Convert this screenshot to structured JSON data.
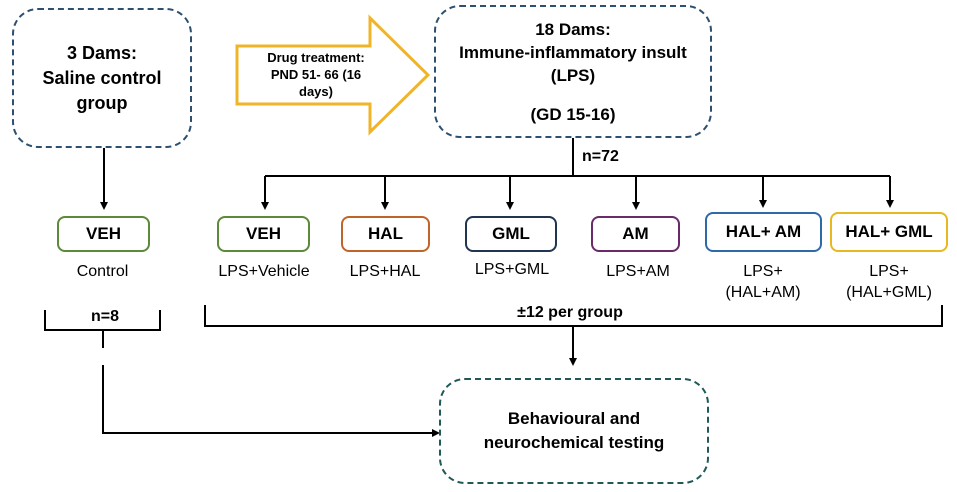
{
  "saline_box": {
    "line1": "3 Dams:",
    "line2": "Saline control",
    "line3": "group"
  },
  "drug_arrow": {
    "line1": "Drug treatment:",
    "line2": "PND 51- 66 (16",
    "line3": "days)"
  },
  "lps_box": {
    "line1": "18 Dams:",
    "line2": "Immune-inflammatory insult",
    "line3": "(LPS)",
    "line4": "(GD 15-16)"
  },
  "n_total": "n=72",
  "control": {
    "tag": "VEH",
    "label": "Control",
    "n": "n=8"
  },
  "groups": [
    {
      "tag": "VEH",
      "label": "LPS+Vehicle",
      "color": "#5a8a3a"
    },
    {
      "tag": "HAL",
      "label": "LPS+HAL",
      "color": "#c0652a"
    },
    {
      "tag": "GML",
      "label": "LPS+GML",
      "color": "#1f3550"
    },
    {
      "tag": "AM",
      "label": "LPS+AM",
      "color": "#6a2a6a"
    },
    {
      "tag": "HAL+ AM",
      "label_line1": "LPS+",
      "label_line2": "(HAL+AM)",
      "color": "#2e6aa8"
    },
    {
      "tag": "HAL+ GML",
      "label_line1": "LPS+",
      "label_line2": "(HAL+GML)",
      "color": "#e8b820"
    }
  ],
  "per_group": "±12 per group",
  "testing": {
    "line1": "Behavioural and",
    "line2": "neurochemical testing"
  },
  "colors": {
    "dashed_box": "#2e5070",
    "testing_box": "#1f5a56",
    "drug_arrow": "#f0b428",
    "control_tag": "#5a8a3a"
  }
}
